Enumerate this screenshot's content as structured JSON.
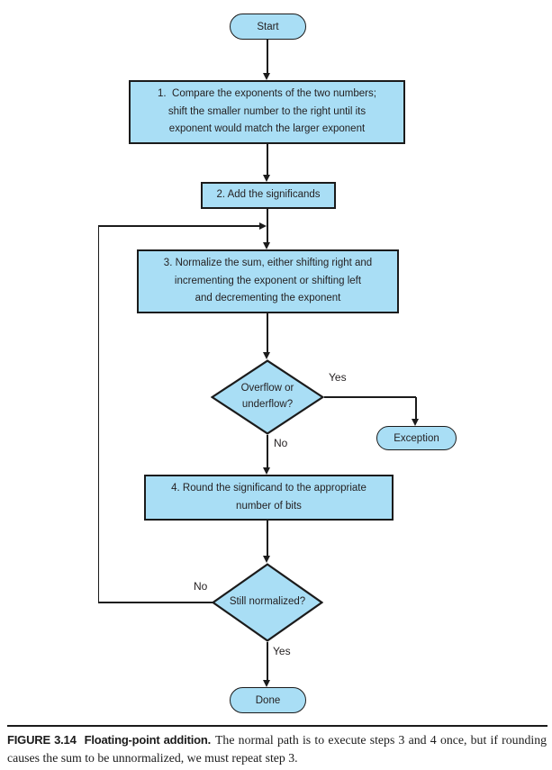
{
  "colors": {
    "node_fill": "#a9def5",
    "node_border": "#1b1b1b",
    "line": "#1b1b1b",
    "text": "#231f20"
  },
  "flowchart": {
    "start": "Start",
    "step1": "1.  Compare the exponents of the two numbers;\nshift the smaller number to the right until its\nexponent would match the larger exponent",
    "step2": "2. Add the significands",
    "step3": "3. Normalize the sum, either shifting right and\nincrementing the exponent or shifting left\nand decrementing the exponent",
    "decision_overflow": "Overflow or\nunderflow?",
    "exception": "Exception",
    "step4": "4. Round the significand to the appropriate\nnumber of bits",
    "decision_normalized": "Still normalized?",
    "done": "Done",
    "labels": {
      "overflow_yes": "Yes",
      "overflow_no": "No",
      "normalized_no": "No",
      "normalized_yes": "Yes"
    }
  },
  "caption": {
    "figure_label": "FIGURE 3.14",
    "figure_title": "Floating-point addition.",
    "body": "The normal path is to execute steps 3 and 4 once, but if rounding causes the sum to be unnormalized, we must repeat step 3."
  }
}
